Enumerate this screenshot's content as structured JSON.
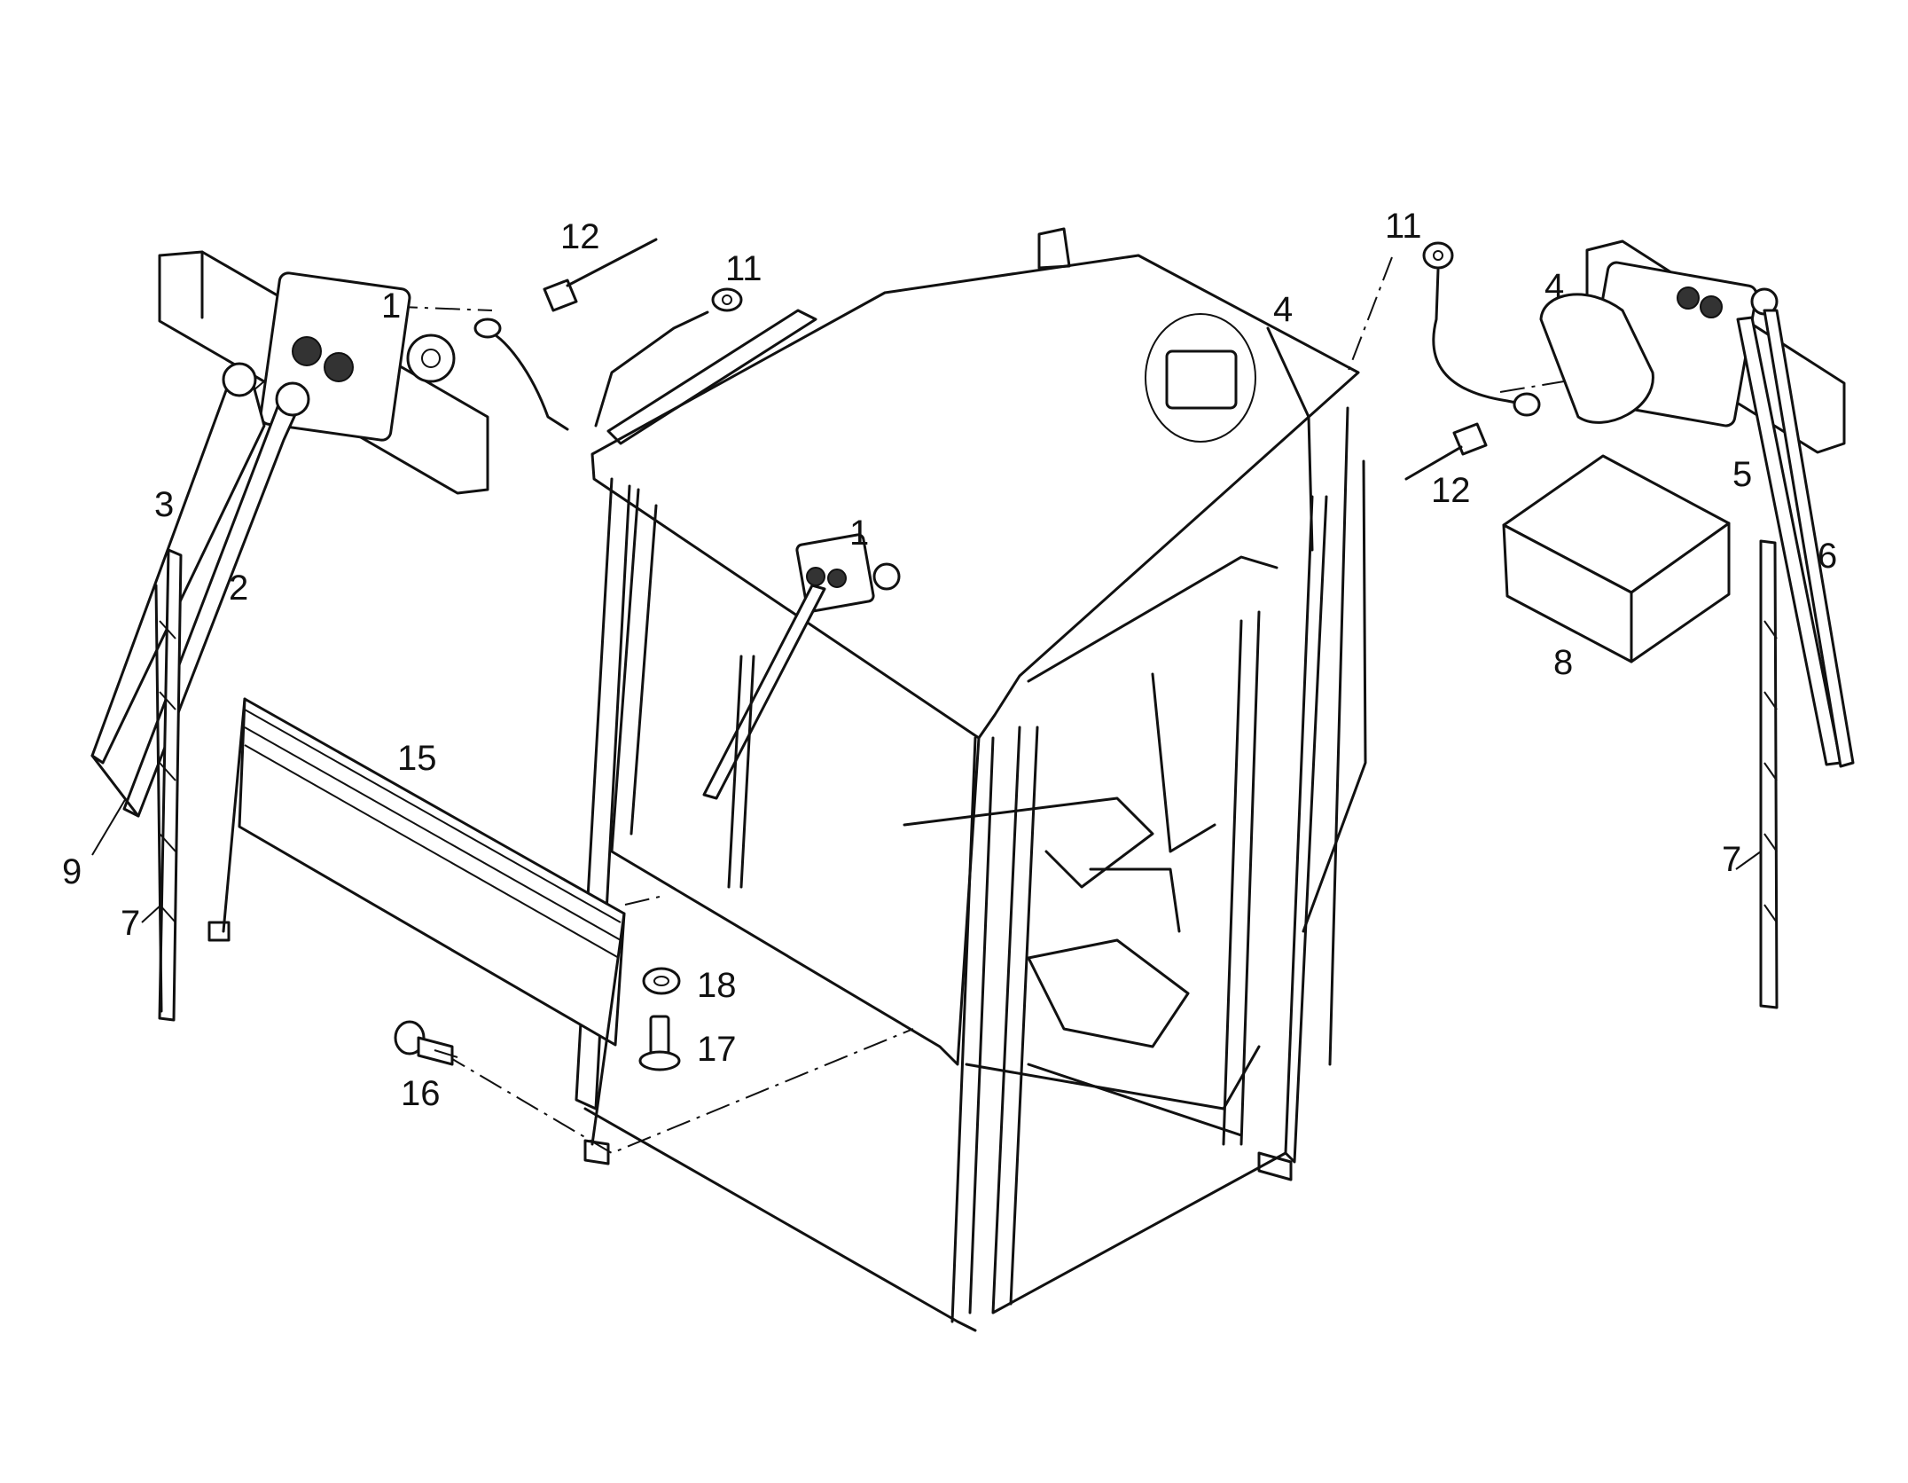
{
  "diagram": {
    "type": "exploded-parts-view",
    "callouts": {
      "motor_left": "1",
      "motor_cab": "1",
      "arm_2": "2",
      "arm_3": "3",
      "motor_cab_right": "4",
      "motor_right": "4",
      "arm_5": "5",
      "arm_6": "6",
      "blade_left": "7",
      "blade_right": "7",
      "reservoir": "8",
      "pivot": "9",
      "cable_left": "11",
      "cable_right": "11",
      "rivet_left": "12",
      "rivet_right": "12",
      "sunblind": "15",
      "screw": "16",
      "bolt": "17",
      "washer": "18"
    }
  }
}
